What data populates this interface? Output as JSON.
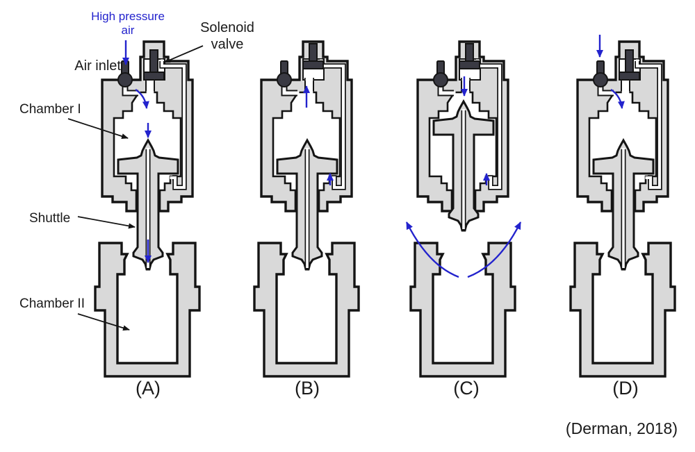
{
  "figure": {
    "type": "pneumatic-shuttle-valve-operation-sequence",
    "citation": "(Derman, 2018)"
  },
  "labels": {
    "high_pressure_air": "High pressure air",
    "air_inlet": "Air inlet",
    "solenoid_valve": "Solenoid valve",
    "chamber1": "Chamber I",
    "shuttle": "Shuttle",
    "chamber2": "Chamber II"
  },
  "panels": [
    {
      "id": "A",
      "caption": "(A)",
      "solenoid": "closed",
      "shuttle": "down",
      "arrows": [
        "inlet-into-chamber1",
        "chamber1-down",
        "bore-down-into-chamber2"
      ]
    },
    {
      "id": "B",
      "caption": "(B)",
      "solenoid": "open",
      "shuttle": "down",
      "arrows": [
        "solenoid-exhaust-up",
        "channel-up"
      ]
    },
    {
      "id": "C",
      "caption": "(C)",
      "solenoid": "open",
      "shuttle": "up",
      "arrows": [
        "top-onto-shuttle-head",
        "channel-up",
        "chamber2-exhaust-left",
        "chamber2-exhaust-right"
      ]
    },
    {
      "id": "D",
      "caption": "(D)",
      "solenoid": "closed",
      "shuttle": "down",
      "arrows": [
        "down-onto-air-inlet",
        "inlet-into-chamber1"
      ]
    }
  ],
  "colors": {
    "body_fill": "#d9d9d9",
    "outline": "#141414",
    "dark_metal": "#3a3a43",
    "flow_blue": "#2323cd",
    "text_black": "#1a1a1a",
    "background": "#ffffff"
  }
}
